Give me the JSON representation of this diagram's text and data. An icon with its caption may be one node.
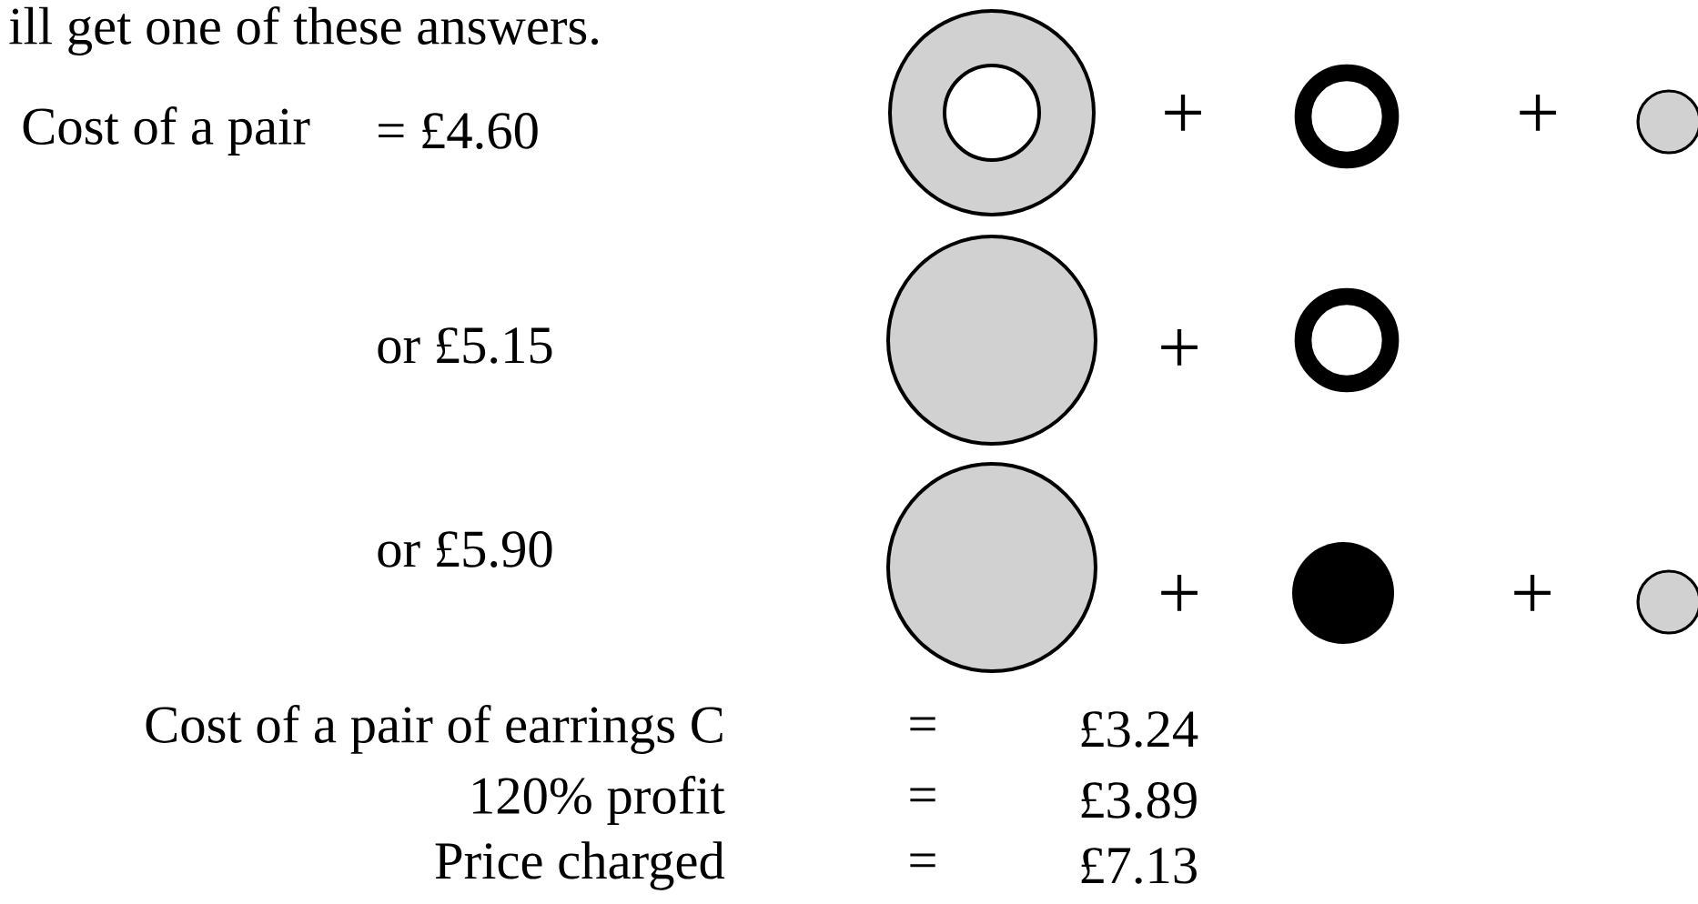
{
  "diagram": {
    "labels": [
      "ill get one of these answers.",
      "Cost of a pair",
      "= £4.60",
      "+",
      "+",
      "or £5.15",
      "+",
      "or £5.90",
      "+",
      "+",
      "Cost of a pair of earrings C",
      "=",
      "£3.24",
      "120% profit",
      "=",
      "£3.89",
      "Price charged",
      "=",
      "£7.13"
    ]
  }
}
